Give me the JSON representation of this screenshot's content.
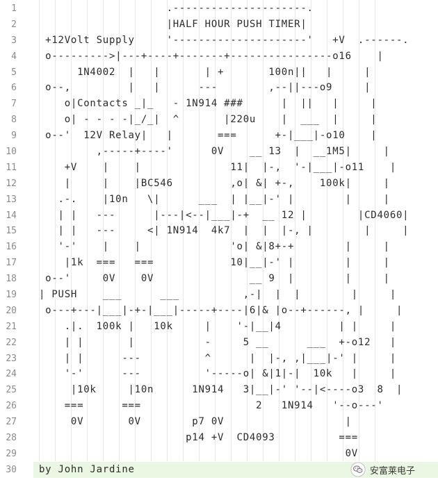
{
  "code_viewer": {
    "lines": [
      {
        "number": "1",
        "text": "                    .---------------------."
      },
      {
        "number": "2",
        "text": "                    |HALF HOUR PUSH TIMER|"
      },
      {
        "number": "3",
        "text": " +12Volt Supply     '---------------------'   +V  .------."
      },
      {
        "number": "4",
        "text": " o--------->|---+----+-------+----------------o16    |"
      },
      {
        "number": "5",
        "text": "      1N4002  |   |       | +       100n||   |     |"
      },
      {
        "number": "6",
        "text": " o--,         |   |      ---        ,--||---o9     |"
      },
      {
        "number": "7",
        "text": "    o|Contacts _|_   - 1N914 ###      |  ||   |     |"
      },
      {
        "number": "8",
        "text": "    o| - - - -|_/_|  ^       |220u    |  ___  |     |"
      },
      {
        "number": "9",
        "text": " o--'  12V Relay|   |       ===      +-|___|-o10    |"
      },
      {
        "number": "10",
        "text": "         ,-----+----'      0V    __ 13  |  __1M5|     |"
      },
      {
        "number": "11",
        "text": "    +V    |    |              11|  |-,  '-|___|-o11    |"
      },
      {
        "number": "12",
        "text": "    |     |    |BC546         ,o| &| +-,    100k|     |"
      },
      {
        "number": "13",
        "text": "   .-.    |10n   \\|      ___  | |__|-' |        |     |"
      },
      {
        "number": "14",
        "text": "   | |   ---      |---|<--|___|-+  __ 12 |        |CD4060|"
      },
      {
        "number": "15",
        "text": "   | |   ---     <| 1N914  4k7  |  |  |-, |        |     |"
      },
      {
        "number": "16",
        "text": "   '-'    |    |              'o| &|8+-+        |     |"
      },
      {
        "number": "17",
        "text": "    |1k  ===   ===            10|__|-' |        |     |"
      },
      {
        "number": "18",
        "text": " o--'     0V    0V               __ 9  |        |     |"
      },
      {
        "number": "19",
        "text": "| PUSH    ___      ___          ,-|  |  |        |     |"
      },
      {
        "number": "20",
        "text": " o---+---|___|-+-|___|-----+----|6|& |o--+------, |     |"
      },
      {
        "number": "21",
        "text": "    .|.  100k |   10k     |    '-|__|4         | |     |"
      },
      {
        "number": "22",
        "text": "    | |       |           -     5 __      ___  +-o12   |"
      },
      {
        "number": "23",
        "text": "    | |      ---          ^      |  |-, ,|___|-' |     |"
      },
      {
        "number": "24",
        "text": "    '-'      ---          '-----o| &|1|-|  10k   |     |"
      },
      {
        "number": "25",
        "text": "     |10k     |10n      1N914   3|__|-' '--|<----o3  8  |"
      },
      {
        "number": "26",
        "text": "    ===      ===                  2   1N914   '--o---'"
      },
      {
        "number": "27",
        "text": "     0V       0V        p7 0V                   |"
      },
      {
        "number": "28",
        "text": "                       p14 +V  CD4093          ==="
      },
      {
        "number": "29",
        "text": "                                                0V"
      },
      {
        "number": "30",
        "text": "by John Jardine"
      }
    ]
  },
  "watermark": {
    "label": "安富莱电子",
    "icon": "wechat-icon"
  }
}
